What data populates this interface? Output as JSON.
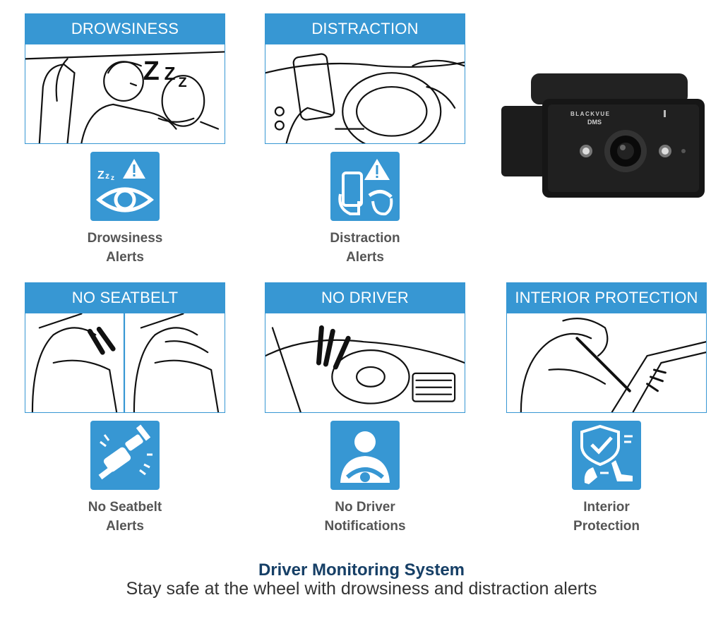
{
  "features": [
    {
      "banner": "DROWSINESS",
      "caption_line1": "Drowsiness",
      "caption_line2": "Alerts",
      "icon": "drowsy-eye-icon"
    },
    {
      "banner": "DISTRACTION",
      "caption_line1": "Distraction",
      "caption_line2": "Alerts",
      "icon": "phone-hand-icon"
    },
    {
      "banner": "NO SEATBELT",
      "caption_line1": "No Seatbelt",
      "caption_line2": "Alerts",
      "icon": "seatbelt-buckle-icon"
    },
    {
      "banner": "NO DRIVER",
      "caption_line1": "No Driver",
      "caption_line2": "Notifications",
      "icon": "driver-wheel-icon"
    },
    {
      "banner": "INTERIOR PROTECTION",
      "caption_line1": "Interior",
      "caption_line2": "Protection",
      "icon": "shield-seat-icon"
    }
  ],
  "camera": {
    "brand": "BLACKVUE",
    "model": "DMS"
  },
  "footer": {
    "title": "Driver Monitoring System",
    "subtitle": "Stay safe at the wheel with drowsiness and distraction alerts"
  },
  "colors": {
    "accent": "#3797d3",
    "title": "#163f66",
    "caption": "#555555"
  }
}
